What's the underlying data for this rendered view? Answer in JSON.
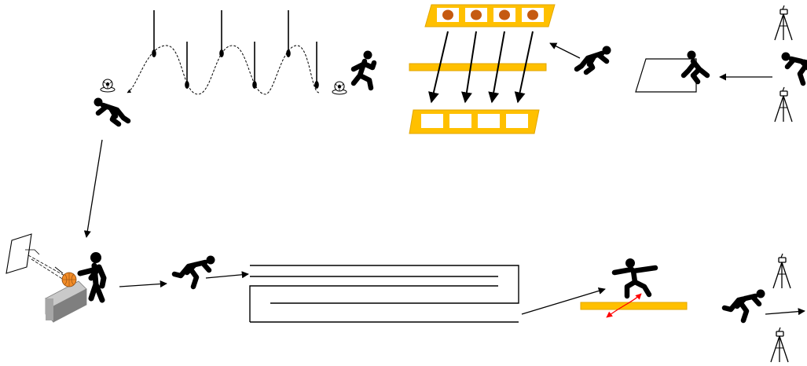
{
  "diagram": {
    "type": "process-flow",
    "theme": {
      "accent": "#FFC000",
      "accent_stroke": "#E2A600",
      "ball": "#C55A11",
      "figure": "#000000",
      "line": "#000000",
      "box_front": "#A6A6A6",
      "box_top": "#C9C9C9",
      "box_side": "#7F7F7F",
      "basketball": "#F28C28",
      "swing_arrow": "#FF0000"
    },
    "stations": [
      {
        "id": "start-camera-station",
        "icons": [
          "tripod-icon",
          "tripod-icon",
          "runner-icon"
        ]
      },
      {
        "id": "agility-square",
        "icons": [
          "square-marker-icon",
          "crouching-athlete-icon"
        ]
      },
      {
        "id": "ball-transfer-station",
        "icons": [
          "crouching-runner-icon",
          "ball-tray-icon",
          "bar-icon",
          "empty-tray-icon"
        ]
      },
      {
        "id": "slalom-dribble",
        "icons": [
          "runner-icon",
          "soccer-ball-icon",
          "pole-icon",
          "soccer-ball-icon",
          "crouching-runner-icon"
        ]
      },
      {
        "id": "basketball-shot",
        "icons": [
          "backboard-icon",
          "box-icon",
          "basketball-icon",
          "throwing-athlete-icon"
        ]
      },
      {
        "id": "sprint-maze",
        "icons": [
          "sprinter-icon",
          "maze-icon"
        ]
      },
      {
        "id": "balance-beam",
        "icons": [
          "balancing-athlete-icon",
          "beam-icon",
          "swing-arrow-icon"
        ]
      },
      {
        "id": "finish-camera-station",
        "icons": [
          "sprinter-icon",
          "tripod-icon",
          "tripod-icon"
        ]
      }
    ]
  }
}
